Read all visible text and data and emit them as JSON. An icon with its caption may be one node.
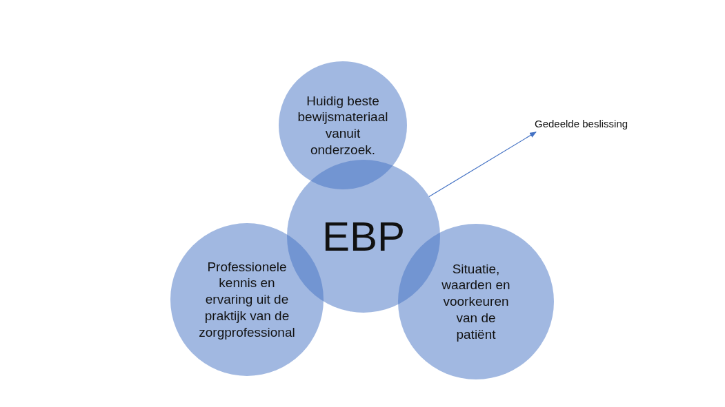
{
  "diagram": {
    "nodes": [
      {
        "text": [
          "Huidig beste bewijsmateriaal vanuit onderzoek."
        ]
      },
      {
        "text": [
          "Gedeelde beslissing"
        ]
      },
      {
        "text": [
          "EBP"
        ]
      },
      {
        "text": [
          "Professionele kennis en ervaring uit de praktijk van de zorgprofessional"
        ]
      },
      {
        "text": [
          "Situatie, waarden en voorkeuren van de patiënt"
        ]
      }
    ],
    "edges": [
      {
        "from": 2,
        "to": 1,
        "arrow": "to"
      }
    ]
  }
}
